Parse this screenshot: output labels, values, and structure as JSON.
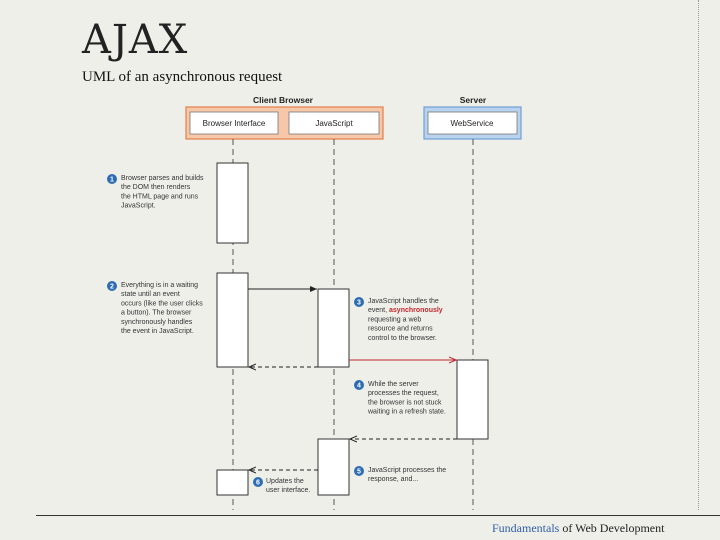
{
  "slide": {
    "title": "AJAX",
    "subtitle": "UML of an asynchronous request",
    "footer": {
      "accent_text": "Fundamentals",
      "rest_text": " of Web Development"
    }
  },
  "diagram": {
    "client_group_label": "Client Browser",
    "server_group_label": "Server",
    "participants": {
      "browser_interface": "Browser Interface",
      "javascript": "JavaScript",
      "web_service": "WebService"
    },
    "steps": [
      {
        "number": "1",
        "lines": [
          "Browser parses and builds",
          "the DOM then renders",
          "the HTML page and runs",
          "JavaScript."
        ]
      },
      {
        "number": "2",
        "lines": [
          "Everything is in a waiting",
          "state until an event",
          "occurs (like the user clicks",
          "a button). The browser",
          "synchronously handles",
          "the event in JavaScript."
        ]
      },
      {
        "number": "3",
        "lines": [
          "JavaScript handles the",
          "event, |asynchronously|",
          "requesting a web",
          "resource and returns",
          "control to the browser."
        ]
      },
      {
        "number": "4",
        "lines": [
          "While the server",
          "processes the request,",
          "the browser is not stuck",
          "waiting in a refresh state."
        ]
      },
      {
        "number": "5",
        "lines": [
          "JavaScript processes the",
          "response, and..."
        ]
      },
      {
        "number": "6",
        "lines": [
          "Updates the",
          "user interface."
        ]
      }
    ]
  },
  "colors": {
    "client_group_fill": "#f6c7a8",
    "client_group_stroke": "#e2804a",
    "server_group_fill": "#b9d3ee",
    "server_group_stroke": "#6e9fd4",
    "step_badge": "#2e6db4",
    "highlight": "#c0282d",
    "footer_accent": "#2e5fa8"
  }
}
